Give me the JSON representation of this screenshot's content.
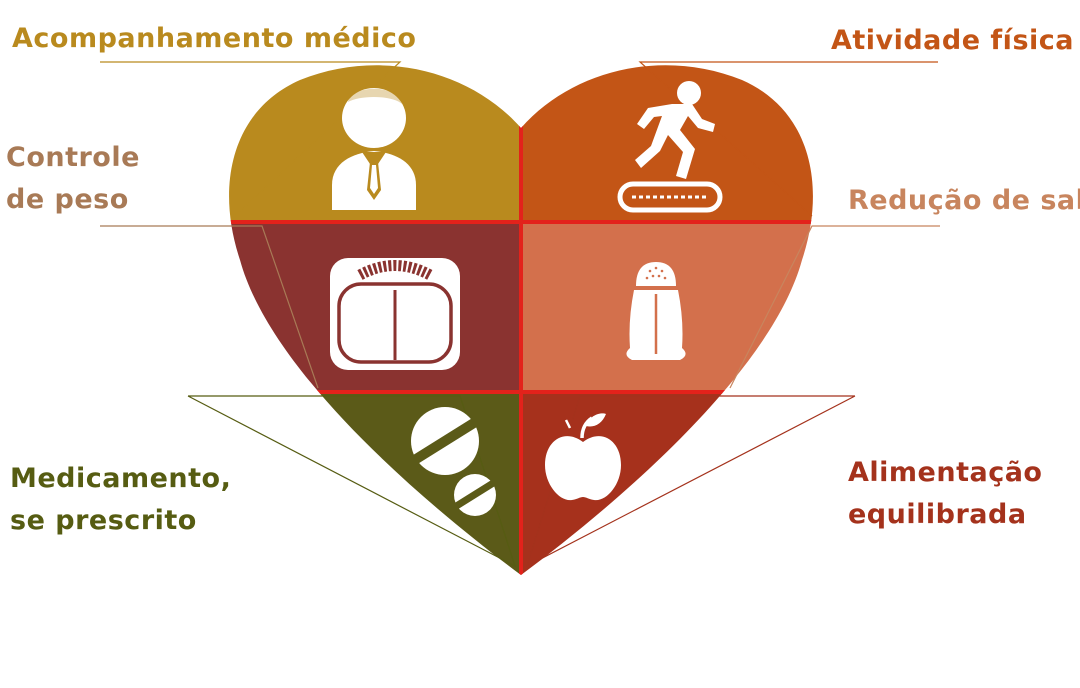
{
  "diagram": {
    "sections": [
      {
        "id": "medico",
        "lines": [
          "Acompanhamento médico"
        ],
        "color": "#B98A1E",
        "icon": "doctor-icon"
      },
      {
        "id": "atividade",
        "lines": [
          "Atividade física"
        ],
        "color": "#C35516",
        "icon": "running-treadmill-icon"
      },
      {
        "id": "peso",
        "lines": [
          "Controle",
          "de peso"
        ],
        "color": "#A87A56",
        "icon": "scale-icon"
      },
      {
        "id": "sal",
        "lines": [
          "Redução de sal"
        ],
        "color": "#C8855E",
        "icon": "salt-shaker-icon"
      },
      {
        "id": "medicamento",
        "lines": [
          "Medicamento,",
          "se prescrito"
        ],
        "color": "#565C12",
        "icon": "pills-icon"
      },
      {
        "id": "alimentacao",
        "lines": [
          "Alimentação",
          "equilibrada"
        ],
        "color": "#A4321C",
        "icon": "apple-icon"
      }
    ],
    "quadrant_colors": {
      "medico": "#B98A1E",
      "atividade": "#C35516",
      "peso": "#8A3330",
      "sal": "#D3704C",
      "medicamento": "#5B5A18",
      "alimentacao": "#A6311C"
    },
    "divider_color": "#E3221B"
  }
}
